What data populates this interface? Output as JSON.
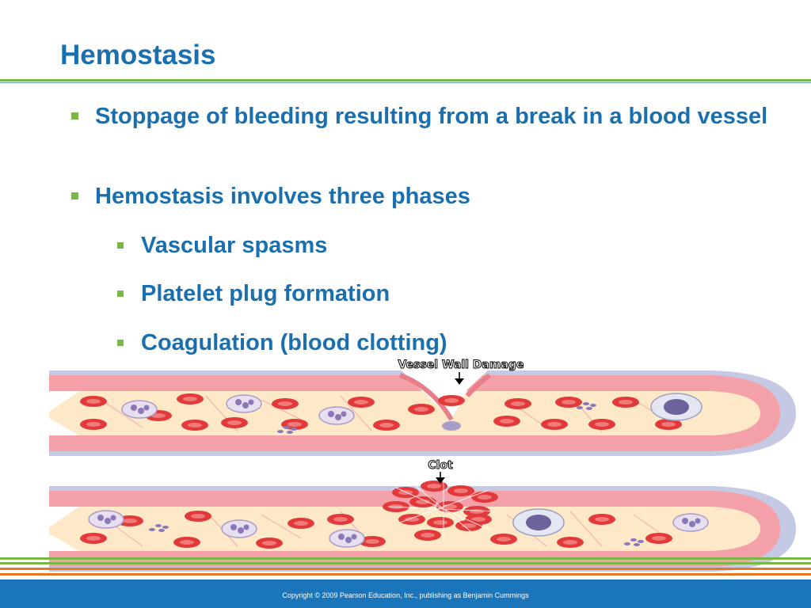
{
  "slide": {
    "title": "Hemostasis",
    "bullets": [
      "Stoppage of bleeding resulting from a break in a blood vessel",
      "Hemostasis involves three phases"
    ],
    "sub_bullets": [
      "Vascular spasms",
      "Platelet plug formation",
      "Coagulation (blood clotting)"
    ]
  },
  "figure": {
    "top_label": "Vessel Wall Damage",
    "bottom_label": "Clot"
  },
  "footer": {
    "copyright": "Copyright © 2009 Pearson Education, Inc., publishing as Benjamin Cummings"
  },
  "colors": {
    "title_blue": "#1a6fae",
    "bullet_green": "#7ab648",
    "footer_blue": "#1a75bb",
    "accent_orange": "#e87722",
    "vessel_pink": "#f4a0a8",
    "vessel_cream": "#fde9c8",
    "rbc_red": "#e23a3a",
    "vessel_outer": "#c5c9e4"
  }
}
